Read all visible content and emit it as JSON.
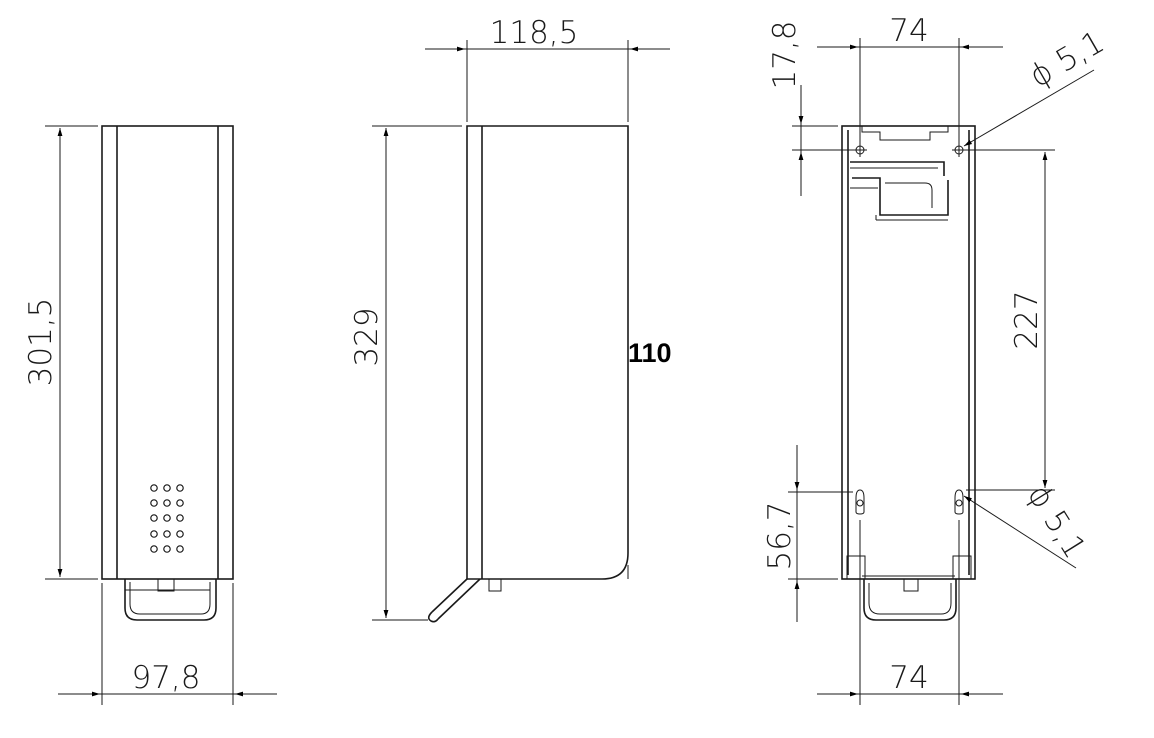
{
  "front_view": {
    "height_label": "301,5",
    "width_label": "97,8"
  },
  "side_view": {
    "depth_label": "118,5",
    "height_label": "329",
    "callout_label": "110"
  },
  "back_view": {
    "top_width_label": "74",
    "top_offset_label": "17,8",
    "top_hole_label": "ϕ 5,1",
    "hole_spacing_label": "227",
    "bottom_offset_label": "56,7",
    "bottom_hole_label": "ϕ 5,1",
    "bottom_width_label": "74"
  },
  "colors": {
    "line": "#1a1a1a",
    "background": "#ffffff"
  }
}
